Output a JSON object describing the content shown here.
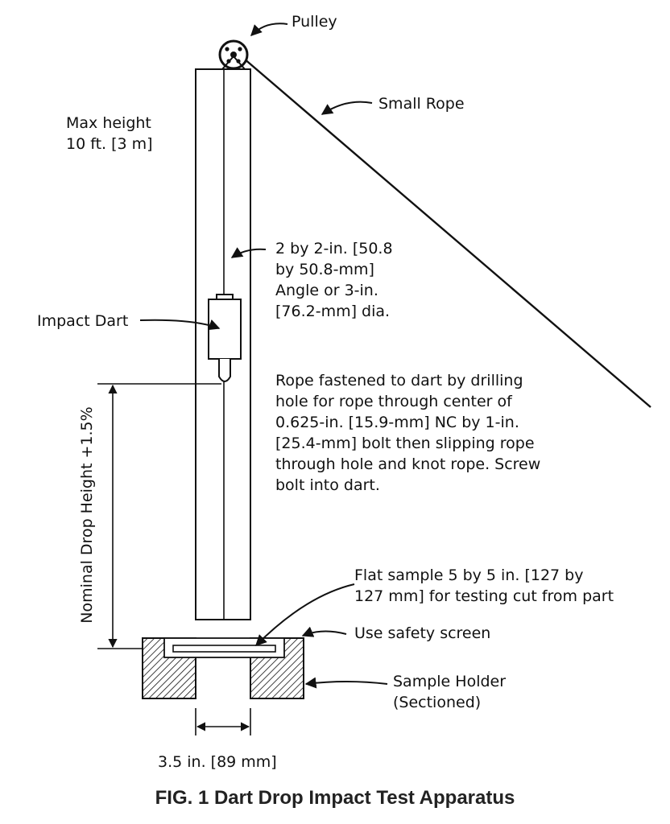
{
  "labels": {
    "pulley": "Pulley",
    "small_rope": "Small Rope",
    "max_height": "Max height\n10 ft. [3 m]",
    "angle_spec": "2 by 2-in. [50.8\nby 50.8-mm]\nAngle or 3-in.\n[76.2-mm] dia.",
    "impact_dart": "Impact Dart",
    "rope_note": "Rope fastened to dart by drilling\nhole for rope through center of\n0.625-in. [15.9-mm] NC by 1-in.\n[25.4-mm] bolt then slipping rope\nthrough hole and knot rope. Screw\nbolt into dart.",
    "drop_height": "Nominal Drop Height +1.5%",
    "flat_sample": "Flat sample 5 by 5 in. [127 by\n127 mm] for testing cut from part",
    "safety_screen": "Use safety screen",
    "sample_holder": "Sample Holder\n(Sectioned)",
    "bore_dimension": "3.5 in. [89 mm]"
  },
  "caption": "FIG. 1  Dart Drop Impact Test Apparatus",
  "colors": {
    "line": "#111111",
    "background": "#ffffff"
  }
}
